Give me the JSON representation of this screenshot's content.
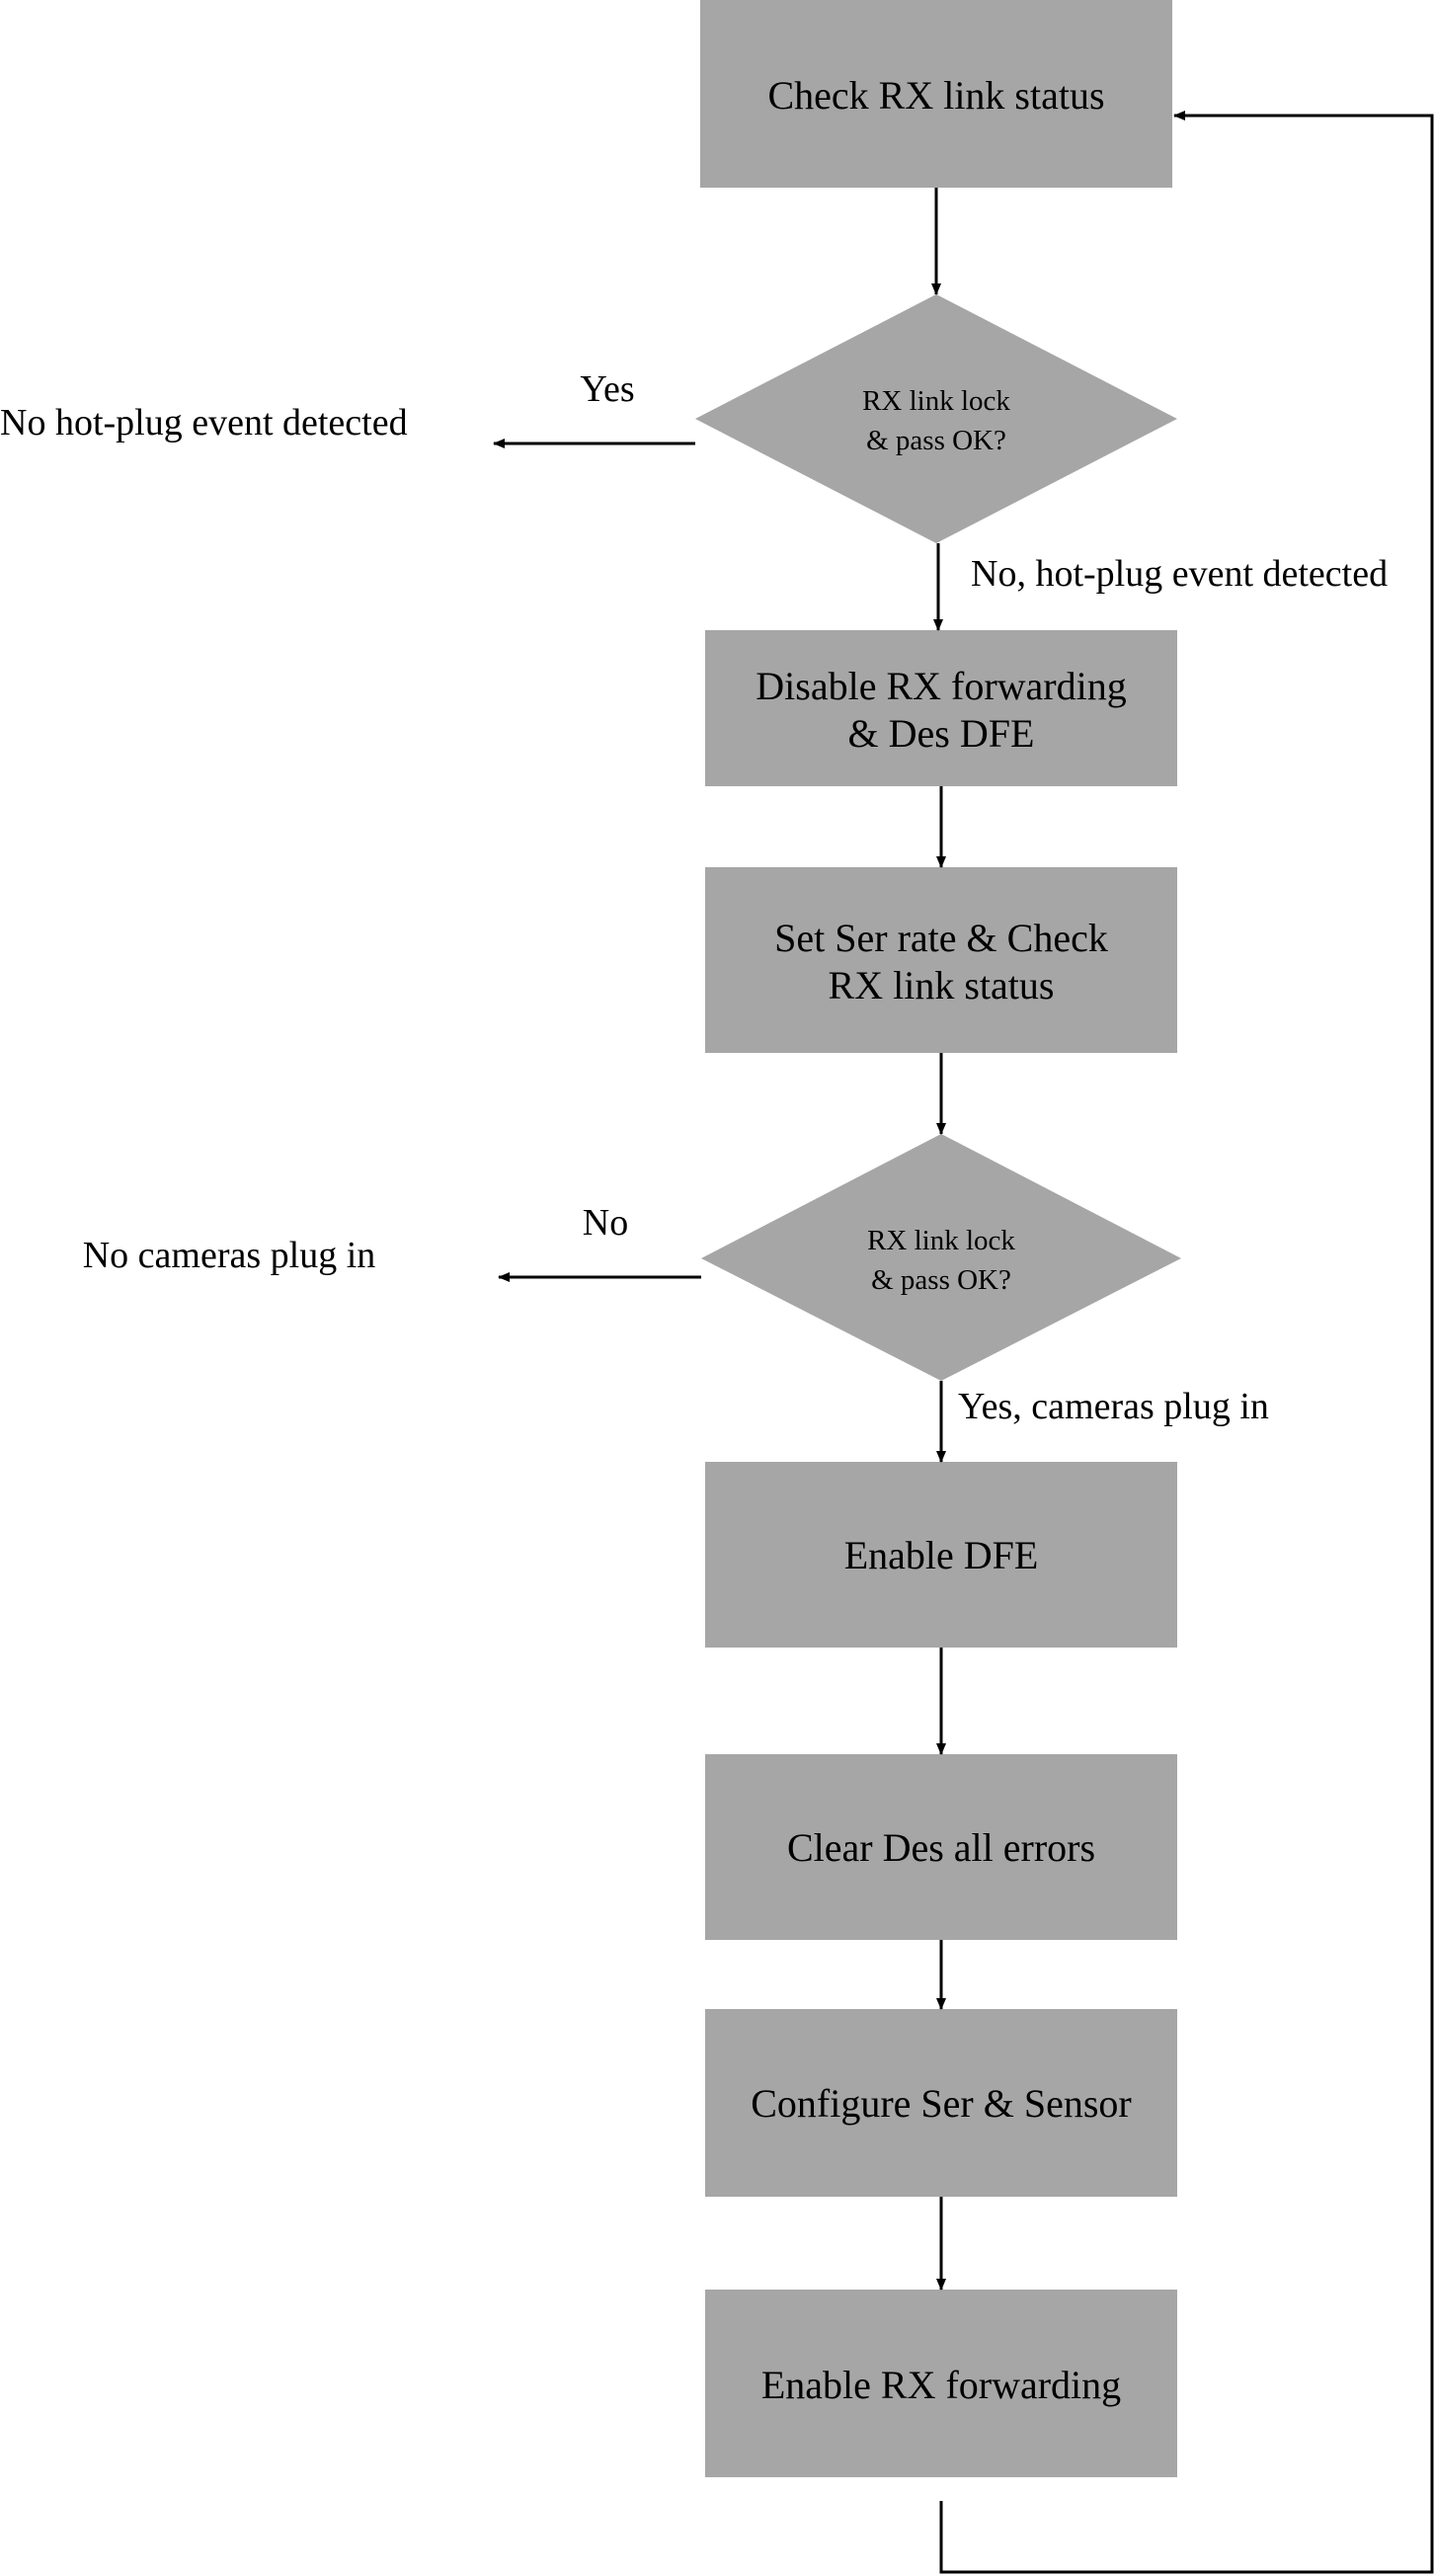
{
  "colors": {
    "box_fill": "#a6a6a6",
    "line": "#000000",
    "text": "#000000",
    "background": "#ffffff"
  },
  "nodes": {
    "check_rx_link_status": "Check RX link status",
    "decision1": {
      "line1": "RX link lock",
      "line2": "& pass OK?"
    },
    "disable_rx_forwarding": {
      "line1": "Disable RX forwarding",
      "line2": "& Des DFE"
    },
    "set_ser_rate": {
      "line1": "Set Ser rate & Check",
      "line2": "RX link status"
    },
    "decision2": {
      "line1": "RX link lock",
      "line2": "& pass OK?"
    },
    "enable_dfe": "Enable DFE",
    "clear_des_errors": "Clear Des all errors",
    "configure_ser_sensor": "Configure Ser & Sensor",
    "enable_rx_forwarding": "Enable RX forwarding"
  },
  "edges": {
    "decision1_yes": "Yes",
    "decision1_yes_target": "No hot-plug event detected",
    "decision1_no": "No, hot-plug event detected",
    "decision2_no": "No",
    "decision2_no_target": "No cameras plug in",
    "decision2_yes": "Yes, cameras plug in"
  }
}
